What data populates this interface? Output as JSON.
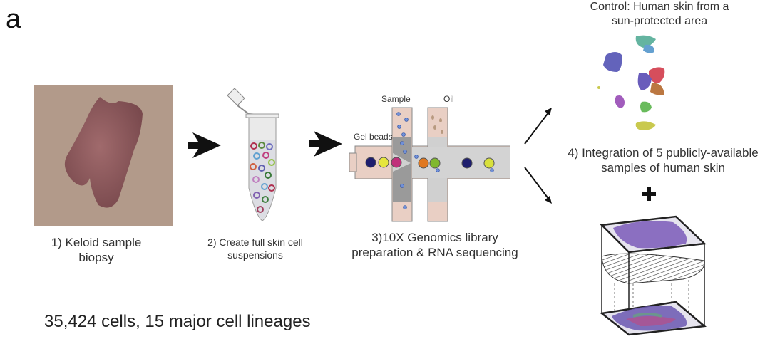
{
  "figure": {
    "panel_label": "a",
    "steps": [
      {
        "caption_line1": "1) Keloid sample",
        "caption_line2": "biopsy"
      },
      {
        "caption_line1": "2) Create full skin cell",
        "caption_line2": "suspensions"
      },
      {
        "caption_line1": "3)10X Genomics library",
        "caption_line2": "preparation & RNA sequencing"
      },
      {
        "caption_line1": "4) Integration of 5 publicly-available",
        "caption_line2": "samples of human skin"
      }
    ],
    "control": {
      "line1": "Control: Human skin from a",
      "line2": "sun-protected area"
    },
    "microfluidics": {
      "sample_label": "Sample",
      "oil_label": "Oil",
      "gel_beads_label": "Gel beads"
    },
    "summary": "35,424 cells, 15 major cell lineages",
    "colors": {
      "skin": "#b49a88",
      "keloid": "#8a5a5c",
      "chip": "#e9cfc4",
      "bead_navy": "#1e1e6e",
      "bead_yellow": "#e6e63c",
      "bead_magenta": "#c0307a",
      "bead_orange": "#e07820",
      "bead_green": "#80b830"
    }
  }
}
